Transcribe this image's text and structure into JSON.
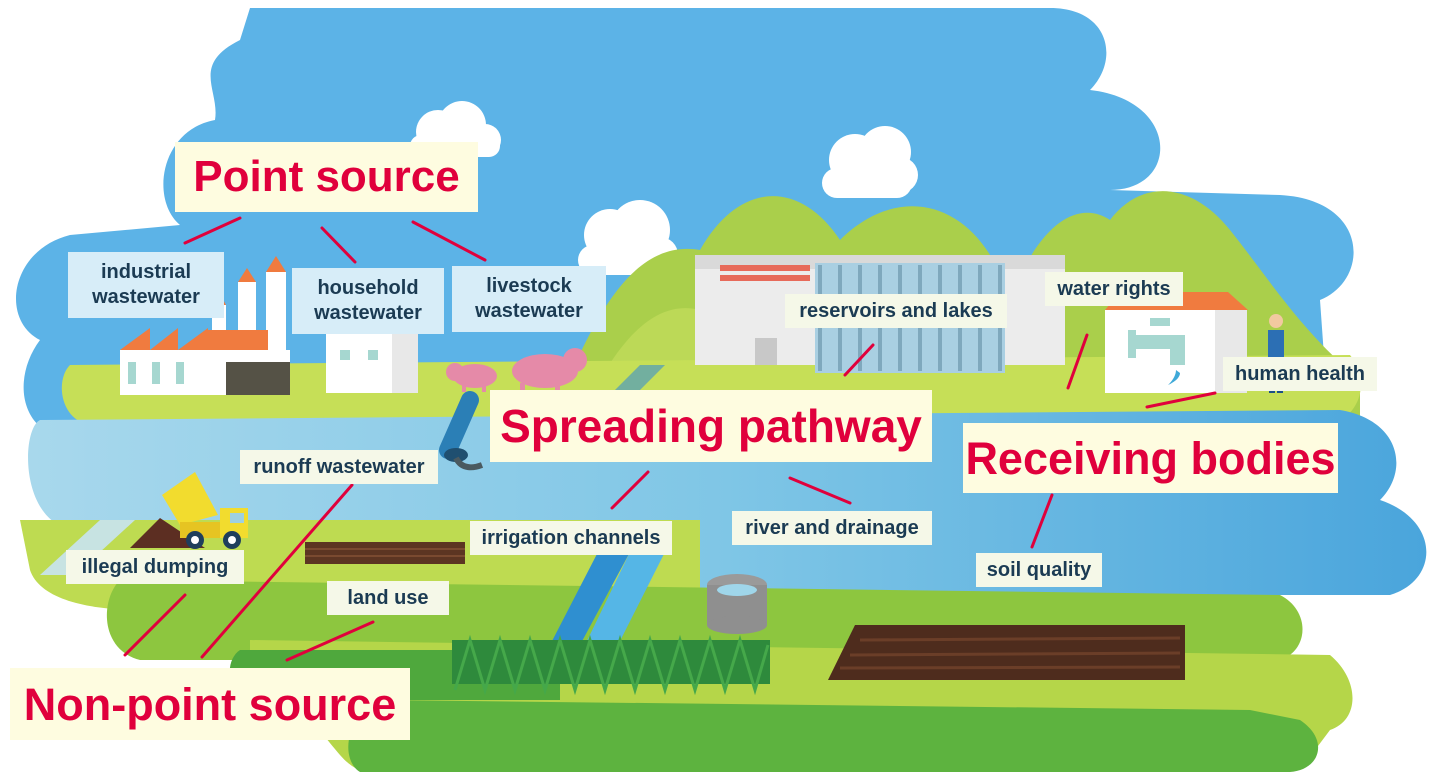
{
  "categories": {
    "point_source": "Point source",
    "spreading_pathway": "Spreading pathway",
    "receiving_bodies": "Receiving bodies",
    "non_point_source": "Non-point source"
  },
  "labels": {
    "industrial_wastewater": [
      "industrial",
      "wastewater"
    ],
    "household_wastewater": [
      "household",
      "wastewater"
    ],
    "livestock_wastewater": [
      "livestock",
      "wastewater"
    ],
    "reservoirs_and_lakes": "reservoirs and lakes",
    "water_rights": "water rights",
    "human_health": "human health",
    "runoff_wastewater": "runoff wastewater",
    "irrigation_channels": "irrigation channels",
    "river_and_drainage": "river and drainage",
    "soil_quality": "soil quality",
    "illegal_dumping": "illegal dumping",
    "land_use": "land use"
  },
  "colors": {
    "sky": "#5ab4e6",
    "water": "#7ec8e8",
    "light_green": "#c6df57",
    "mid_green": "#8dc63f",
    "dark_green": "#4fa83d",
    "header_text": "#e0003c",
    "header_bg": "#fefce0",
    "label_text": "#1b3b53",
    "label_bg": "#d7edf8",
    "connector": "#e0003c"
  }
}
